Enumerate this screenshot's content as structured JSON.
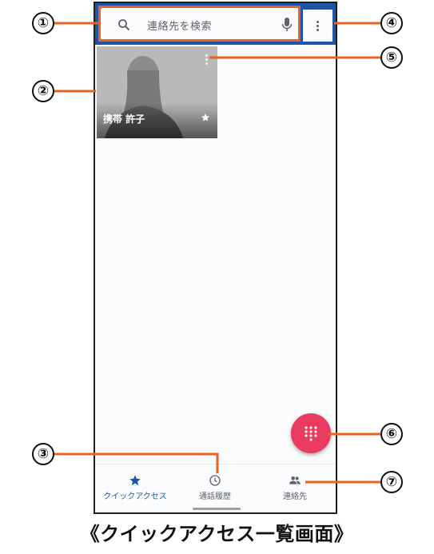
{
  "search": {
    "placeholder": "連絡先を検索"
  },
  "contact": {
    "name": "携帯 許子"
  },
  "nav": {
    "quick_access": "クイックアクセス",
    "call_history": "通話履歴",
    "contacts": "連絡先"
  },
  "callouts": [
    "①",
    "②",
    "③",
    "④",
    "⑤",
    "⑥",
    "⑦"
  ],
  "caption": "《クイックアクセス一覧画面》",
  "colors": {
    "app_bar": "#1d56a8",
    "fab": "#e93a5f",
    "callout_line": "#e8641e",
    "active_nav": "#1d56a8"
  },
  "icons": {
    "search": "search-icon",
    "mic": "mic-icon",
    "menu": "more-vert-icon",
    "favorite": "star-icon",
    "dialpad": "dialpad-icon",
    "history": "clock-icon",
    "contacts": "people-icon"
  }
}
